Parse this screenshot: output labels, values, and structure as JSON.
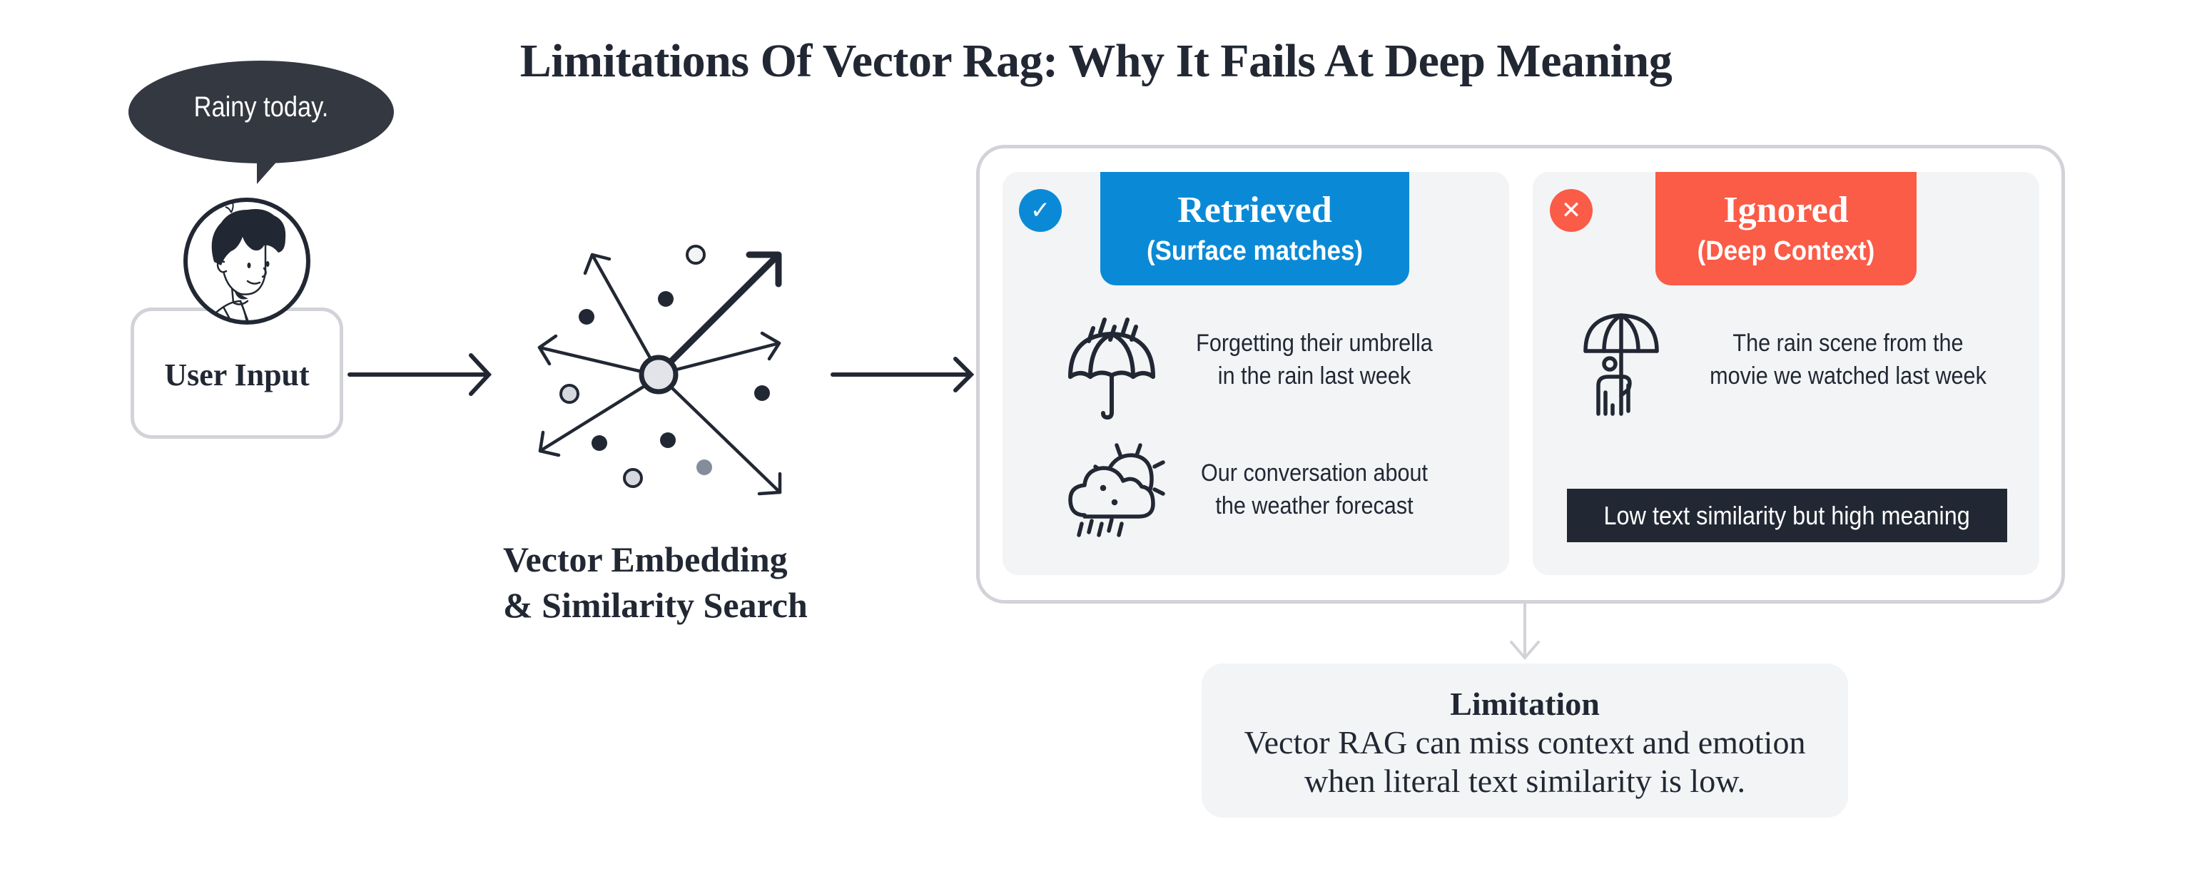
{
  "title": "Limitations Of Vector Rag: Why It Fails At Deep Meaning",
  "user": {
    "speech": "Rainy today.",
    "avatar_icon": "person-avatar-icon",
    "box_label": "User Input"
  },
  "embedding": {
    "label_line1": "Vector Embedding",
    "label_line2": "& Similarity Search",
    "icon": "vector-space-icon"
  },
  "retrieved": {
    "status_icon": "check-icon",
    "title": "Retrieved",
    "subtitle": "(Surface matches)",
    "accent": "#0a8ad6",
    "items": [
      {
        "icon": "umbrella-rain-icon",
        "line1": "Forgetting their umbrella",
        "line2": "in the rain last week"
      },
      {
        "icon": "cloud-sun-rain-icon",
        "line1": "Our conversation about",
        "line2": "the weather forecast"
      }
    ]
  },
  "ignored": {
    "status_icon": "x-icon",
    "title": "Ignored",
    "subtitle": "(Deep Context)",
    "accent": "#fa5c47",
    "items": [
      {
        "icon": "person-umbrella-icon",
        "line1": "The rain scene from the",
        "line2": "movie we watched last week"
      }
    ],
    "badge": "Low text similarity but high meaning"
  },
  "limitation": {
    "title": "Limitation",
    "line1": "Vector RAG can miss context and emotion",
    "line2": "when literal text similarity is low."
  },
  "colors": {
    "ink": "#222833",
    "border": "#d1d3d8",
    "panel_bg": "#f2f4f6",
    "bubble": "#343840"
  }
}
